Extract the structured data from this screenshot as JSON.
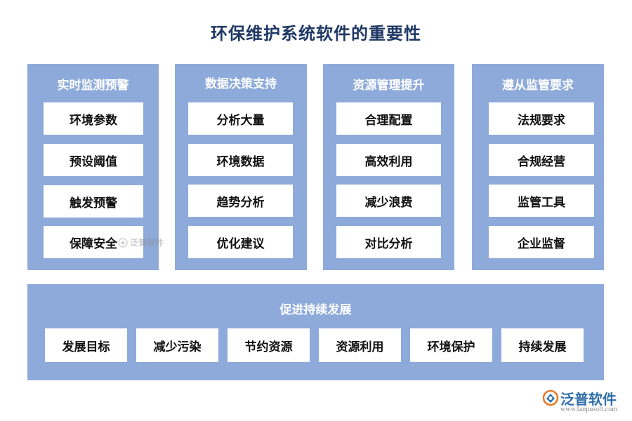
{
  "title": "环保维护系统软件的重要性",
  "colors": {
    "panel": "#8eaadb",
    "title": "#1f3864",
    "item_bg": "#ffffff"
  },
  "panels": [
    {
      "title": "实时监测预警",
      "items": [
        "环境参数",
        "预设阈值",
        "触发预警",
        "保障安全"
      ]
    },
    {
      "title": "数据决策支持",
      "items": [
        "分析大量",
        "环境数据",
        "趋势分析",
        "优化建议"
      ]
    },
    {
      "title": "资源管理提升",
      "items": [
        "合理配置",
        "高效利用",
        "减少浪费",
        "对比分析"
      ]
    },
    {
      "title": "遵从监管要求",
      "items": [
        "法规要求",
        "合规经营",
        "监管工具",
        "企业监督"
      ]
    }
  ],
  "bottom": {
    "title": "促进持续发展",
    "items": [
      "发展目标",
      "减少污染",
      "节约资源",
      "资源利用",
      "环境保护",
      "持续发展"
    ]
  },
  "watermark": {
    "text": "泛普软件"
  },
  "logo": {
    "text": "泛普软件",
    "url": "www.fanpusoft.com",
    "icon": "fanpu-logo-icon"
  }
}
